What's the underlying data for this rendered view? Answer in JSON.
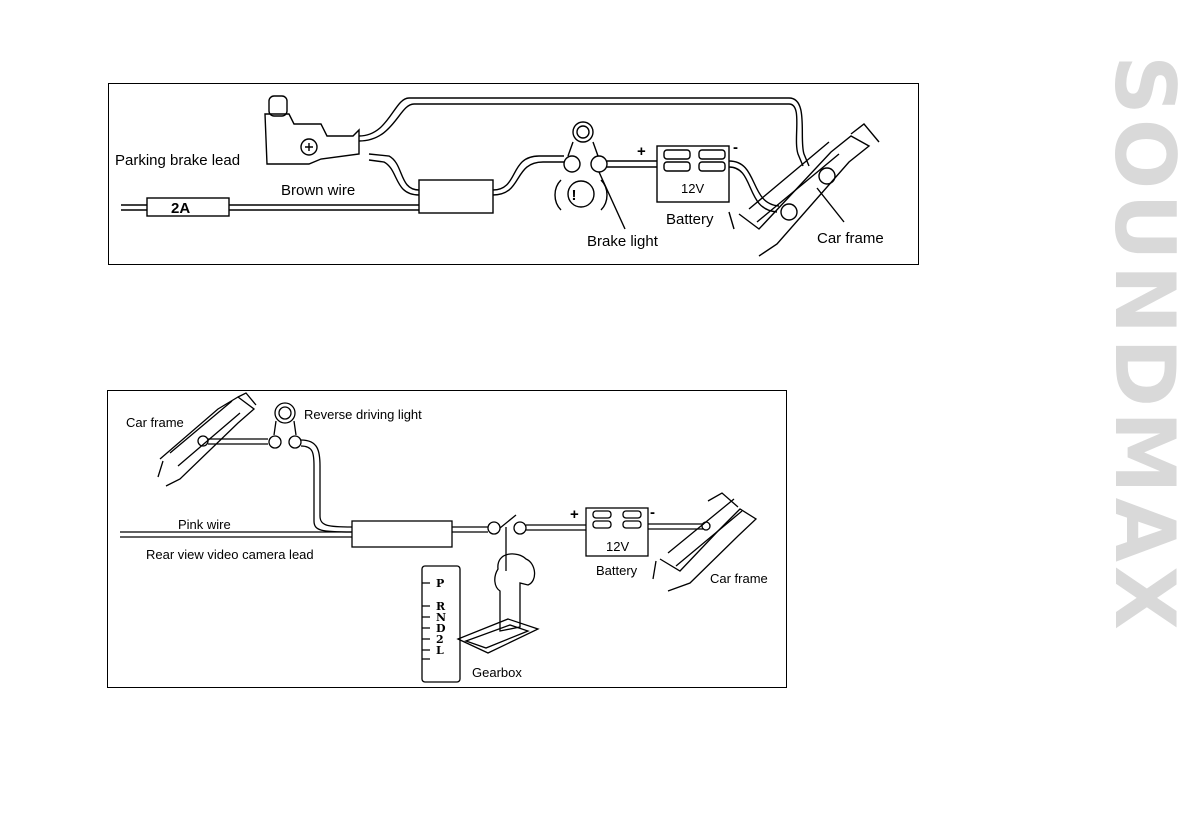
{
  "brand": "SOUNDMAX",
  "brake_diagram": {
    "parking_brake_lead": "Parking brake lead",
    "fuse": "2A",
    "brown_wire": "Brown wire",
    "brake_light": "Brake light",
    "battery_voltage": "12V",
    "battery": "Battery",
    "plus": "+",
    "minus": "-",
    "car_frame": "Car frame",
    "warning_symbol": "!"
  },
  "reverse_diagram": {
    "car_frame_left": "Car frame",
    "reverse_light": "Reverse driving light",
    "pink_wire": "Pink wire",
    "camera_lead": "Rear view video camera lead",
    "battery_voltage": "12V",
    "battery": "Battery",
    "plus": "+",
    "minus": "-",
    "car_frame_right": "Car frame",
    "gearbox": "Gearbox",
    "gear_positions": [
      "P",
      "R",
      "N",
      "D",
      "2",
      "L"
    ]
  }
}
